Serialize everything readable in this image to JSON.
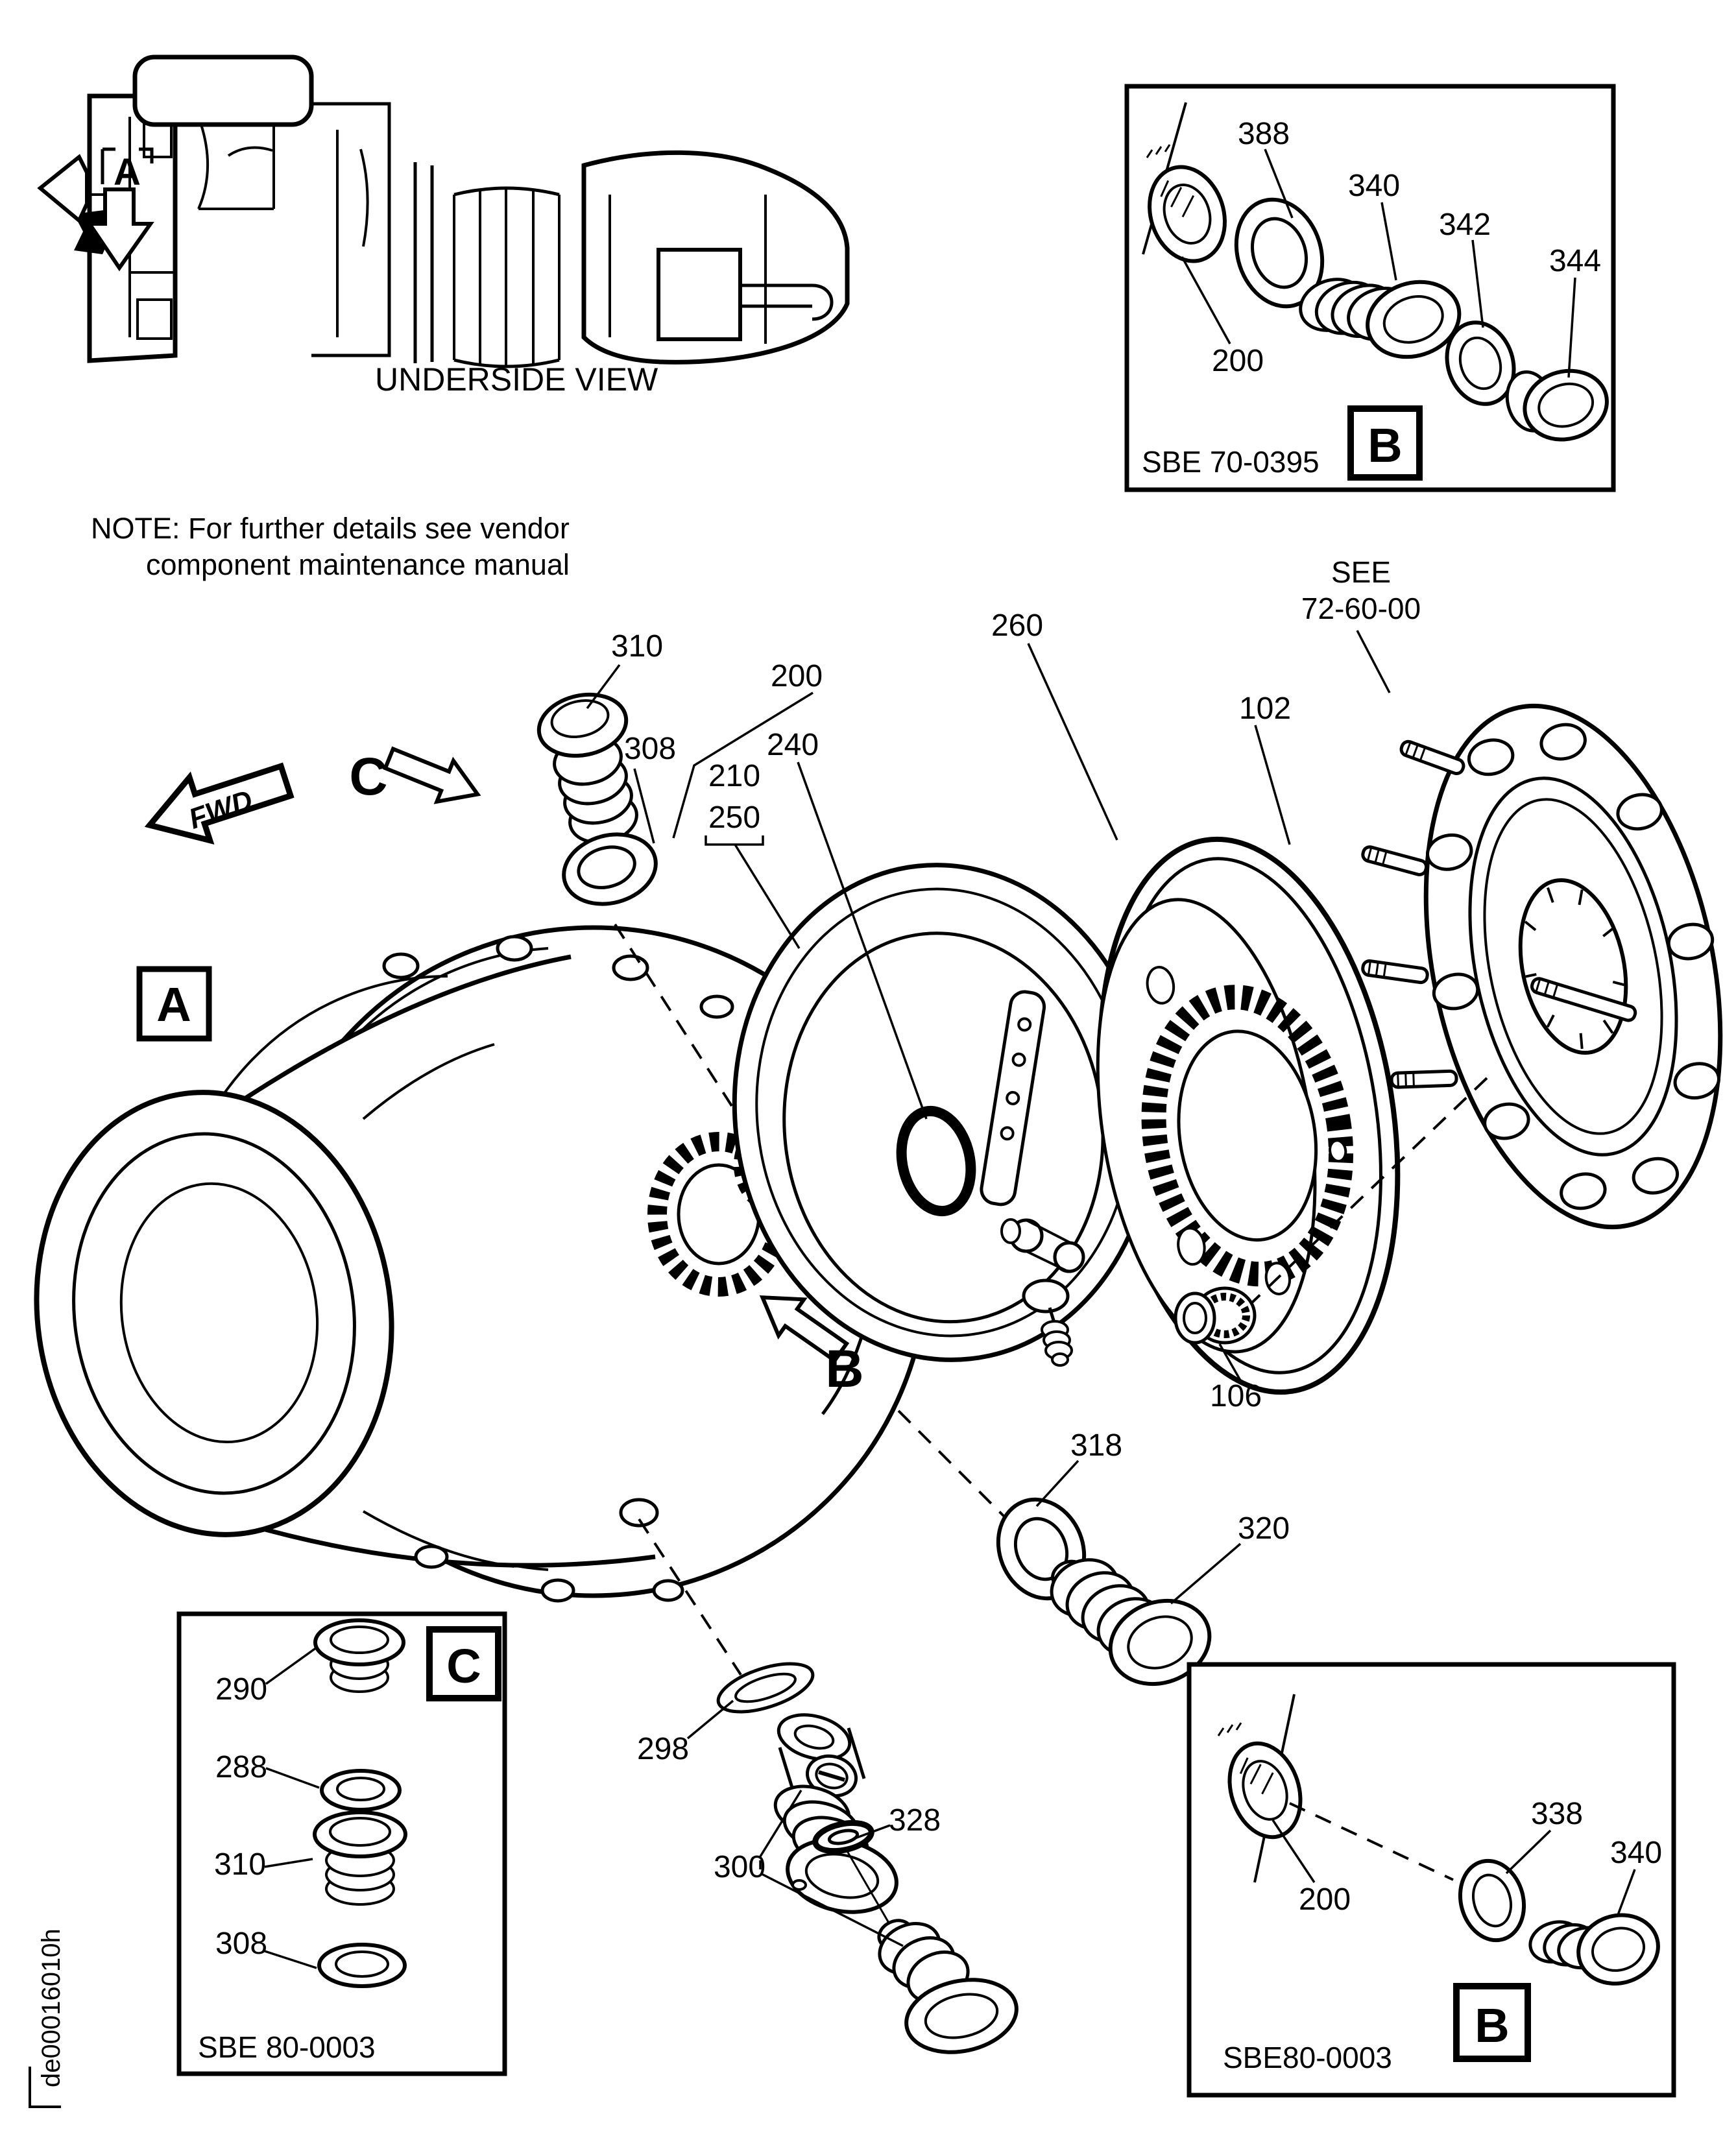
{
  "page": {
    "background": "#ffffff",
    "ink": "#000000",
    "footer_code": "de00016010h"
  },
  "locator": {
    "caption": "UNDERSIDE VIEW"
  },
  "note": {
    "line1": "NOTE: For further details see vendor",
    "line2": "component maintenance manual"
  },
  "see_reference": {
    "line1": "SEE",
    "line2": "72-60-00"
  },
  "detail_markers": {
    "a": "A",
    "b": "B",
    "c": "C"
  },
  "fwd_label": "FWD",
  "main_callouts": {
    "plug_310": "310",
    "washer_308": "308",
    "assembly_200": "200",
    "seal_240": "240",
    "band_210": "210",
    "band_250": "250",
    "drum_260": "260",
    "gear_102": "102",
    "bushing_106": "106",
    "washer_318": "318",
    "bolt_320": "320",
    "washer_298": "298",
    "valve_300": "300",
    "washer_328": "328"
  },
  "inset_top_right": {
    "ref": "SBE 70-0395",
    "marker": "B",
    "callouts": {
      "washer_388": "388",
      "plug_340": "340",
      "washer_342": "342",
      "nut_344": "344",
      "ring_200": "200"
    }
  },
  "inset_bottom_left": {
    "ref": "SBE 80-0003",
    "marker": "C",
    "callouts": {
      "nut_290": "290",
      "washer_288": "288",
      "bushing_310": "310",
      "washer_308": "308"
    }
  },
  "inset_bottom_right": {
    "ref": "SBE80-0003",
    "marker": "B",
    "callouts": {
      "ring_200": "200",
      "washer_338": "338",
      "plug_340": "340"
    }
  }
}
